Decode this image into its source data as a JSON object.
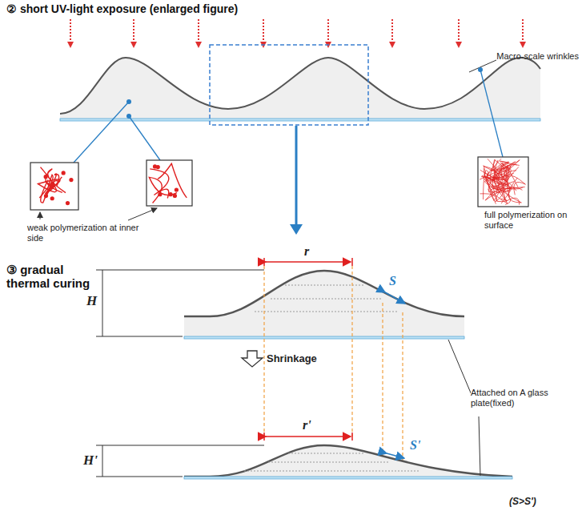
{
  "diagram": {
    "labels": [
      "② short UV-light exposure (enlarged figure)",
      "Macro-scale wrinkles",
      "weak polymerization at inner side",
      "full polymerization on surface",
      "③ gradual thermal curing",
      "r",
      "H",
      "S",
      "Shrinkage",
      "r'",
      "H'",
      "S'",
      "Attached on A glass plate(fixed)",
      "(S>S')"
    ]
  }
}
